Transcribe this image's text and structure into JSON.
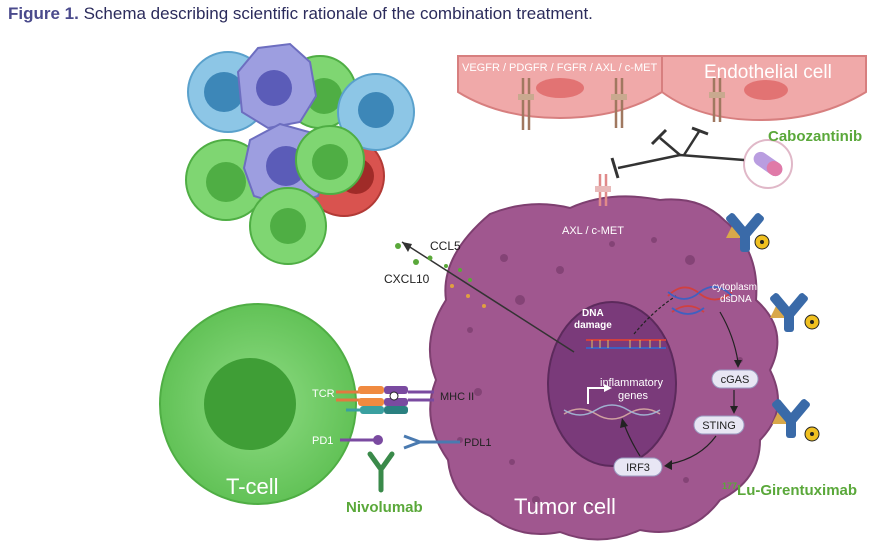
{
  "caption": {
    "figure_label": "Figure 1.",
    "text": " Schema describing scientific rationale of the combination treatment."
  },
  "endothelial": {
    "receptors_label": "VEGFR / PDGFR / FGFR / AXL / c-MET",
    "cell_label": "Endothelial cell"
  },
  "drugs": {
    "cabozantinib": "Cabozantinib",
    "nivolumab": "Nivolumab",
    "girentuximab_sup": "177",
    "girentuximab": "Lu-Girentuximab"
  },
  "tumor": {
    "axl_label": "AXL / c-MET",
    "ccl5": "CCL5",
    "cxcl10": "CXCL10",
    "dna_damage_1": "DNA",
    "dna_damage_2": "damage",
    "cytoplasmic_1": "cytoplasmic",
    "cytoplasmic_2": "dsDNA",
    "cgas": "cGAS",
    "sting": "STING",
    "irf3": "IRF3",
    "inflammatory_1": "inflammatory",
    "inflammatory_2": "genes",
    "cell_label": "Tumor cell"
  },
  "tcell": {
    "cell_label": "T-cell",
    "tcr": "TCR",
    "pd1": "PD1",
    "mhc": "MHC II",
    "pdl1": "PDL1"
  },
  "colors": {
    "tumor": "#a0578f",
    "nucleus": "#7a3a7a",
    "tcell": "#7fd672",
    "endothelial": "#f0a9a9",
    "drug_green": "#5aa83a"
  }
}
